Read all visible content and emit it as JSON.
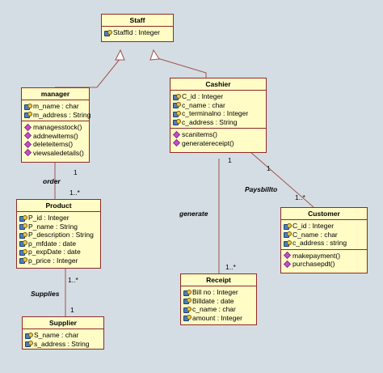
{
  "classes": {
    "staff": {
      "name": "Staff",
      "attributes": [
        "StaffId : Integer"
      ],
      "operations": []
    },
    "manager": {
      "name": "manager",
      "attributes": [
        "m_name : char",
        "m_address : String"
      ],
      "operations": [
        "managesstock()",
        "addnewitems()",
        "deleteitems()",
        "viewsaledetails()"
      ]
    },
    "cashier": {
      "name": "Cashier",
      "attributes": [
        "C_id : Integer",
        "c_name : char",
        "c_terminalno : Integer",
        "c_address : String"
      ],
      "operations": [
        "scanitems()",
        "generatereceipt()"
      ]
    },
    "product": {
      "name": "Product",
      "attributes": [
        "P_id : Integer",
        "P_name : String",
        "P_description : String",
        "p_mfdate : date",
        "p_expDate : date",
        "p_price : Integer"
      ],
      "operations": []
    },
    "customer": {
      "name": "Customer",
      "attributes": [
        "C_id : Integer",
        "C_name : char",
        "c_address : string"
      ],
      "operations": [
        "makepayment()",
        "purchasepdt()"
      ]
    },
    "receipt": {
      "name": "Receipt",
      "attributes": [
        "Bill no : Integer",
        "Billdate : date",
        "c_name : char",
        "amount : Integer"
      ],
      "operations": []
    },
    "supplier": {
      "name": "Supplier",
      "attributes": [
        "S_name : char",
        "s_address : String"
      ],
      "operations": []
    }
  },
  "associations": {
    "order": {
      "label": "order",
      "end_a": "1",
      "end_b": "1..*"
    },
    "supplies": {
      "label": "Supplies",
      "end_a": "1..*",
      "end_b": "1"
    },
    "generate": {
      "label": "generate",
      "end_a": "1",
      "end_b": "1..*"
    },
    "paysbillto": {
      "label": "Paysbillto",
      "end_a": "1",
      "end_b": "1..*"
    }
  },
  "colors": {
    "background": "#d4dde4",
    "class_fill": "#fffcc6",
    "class_border": "#8e2a2a",
    "connector": "#a0524a"
  }
}
